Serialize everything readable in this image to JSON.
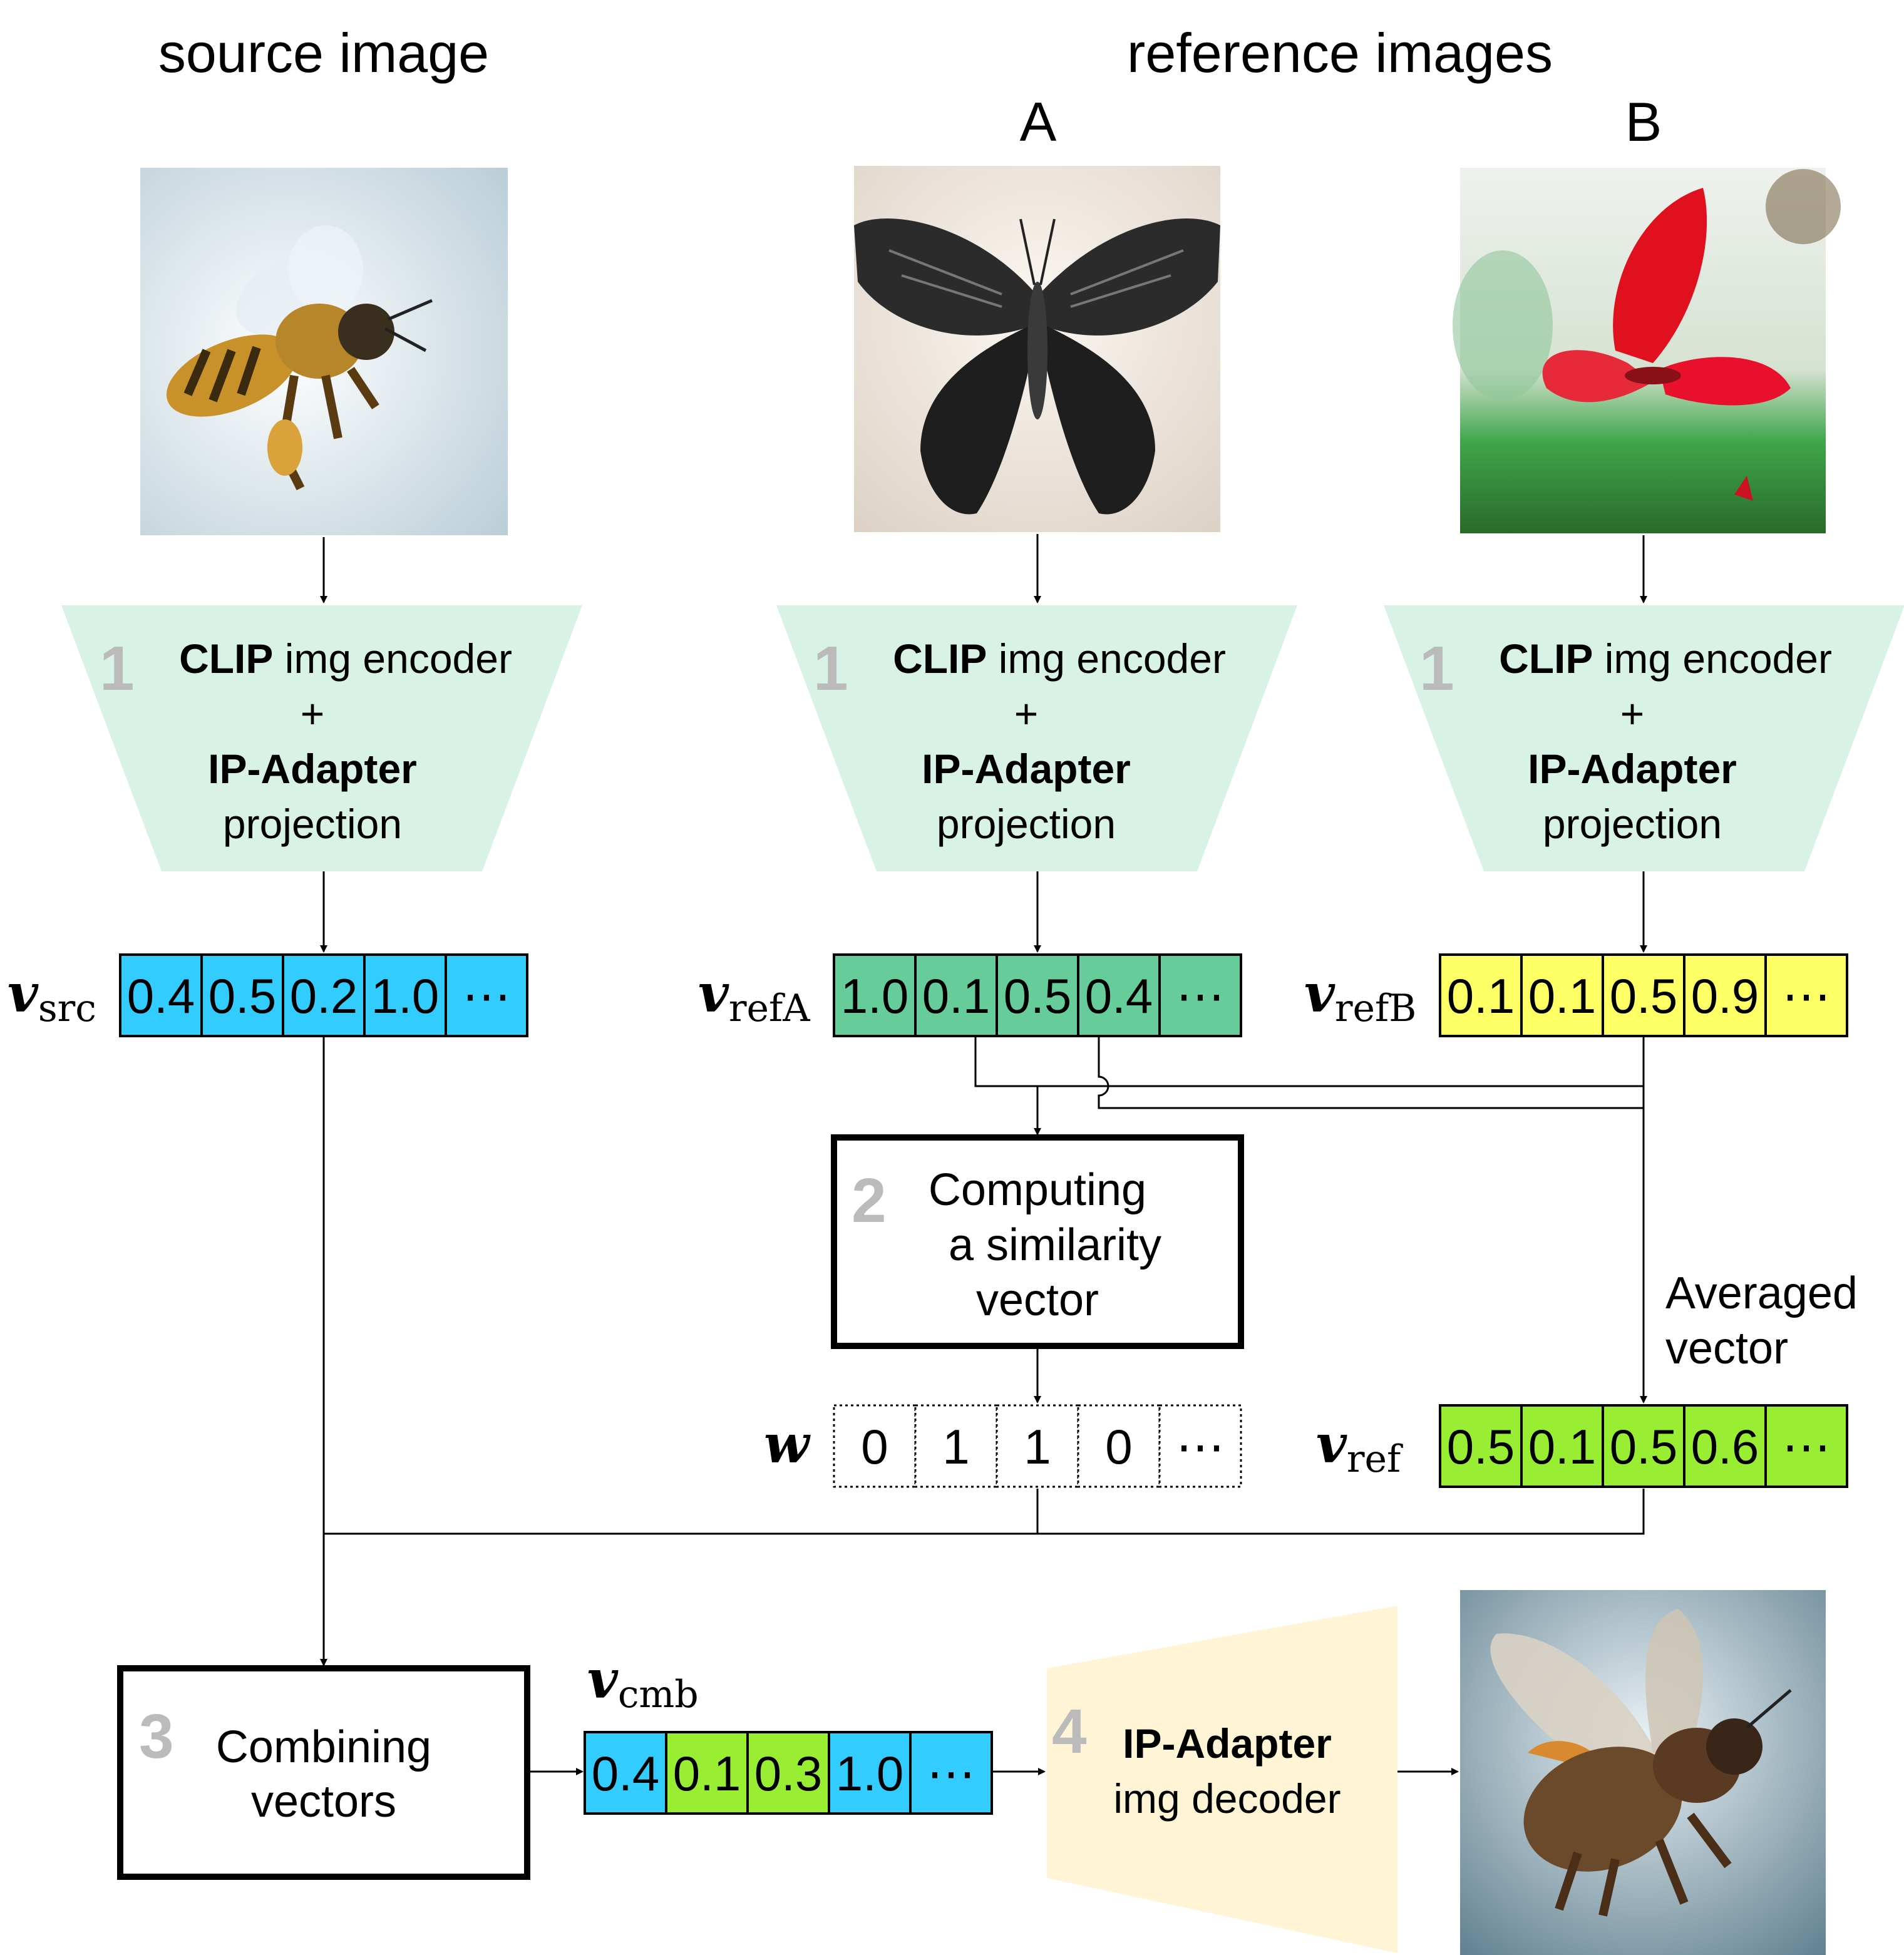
{
  "headings": {
    "source": "source image",
    "reference": "reference images",
    "ref_a": "A",
    "ref_b": "B"
  },
  "encoder": {
    "step": "1",
    "clip": "CLIP",
    "img_encoder": " img encoder",
    "plus": "+",
    "ip_adapter": "IP-Adapter",
    "projection": "projection"
  },
  "vectors": {
    "src": {
      "name": "v",
      "sub": "src",
      "cells": [
        "0.4",
        "0.5",
        "0.2",
        "1.0",
        "⋯"
      ]
    },
    "refA": {
      "name": "v",
      "sub": "refA",
      "cells": [
        "1.0",
        "0.1",
        "0.5",
        "0.4",
        "⋯"
      ]
    },
    "refB": {
      "name": "v",
      "sub": "refB",
      "cells": [
        "0.1",
        "0.1",
        "0.5",
        "0.9",
        "⋯"
      ]
    },
    "w": {
      "name": "w",
      "cells": [
        "0",
        "1",
        "1",
        "0",
        "⋯"
      ]
    },
    "ref": {
      "name": "v",
      "sub": "ref",
      "cells": [
        "0.5",
        "0.1",
        "0.5",
        "0.6",
        "⋯"
      ]
    },
    "cmb": {
      "name": "v",
      "sub": "cmb",
      "cells": [
        "0.4",
        "0.1",
        "0.3",
        "1.0",
        "⋯"
      ]
    }
  },
  "similarity_box": {
    "step": "2",
    "lines": [
      "Computing",
      "a similarity",
      "vector"
    ]
  },
  "averaged_label": [
    "Averaged",
    "vector"
  ],
  "combine_box": {
    "step": "3",
    "lines": [
      "Combining",
      "vectors"
    ]
  },
  "decoder": {
    "step": "4",
    "title": "IP-Adapter",
    "subtitle": "img decoder"
  },
  "colors": {
    "src_blue": "#33ccff",
    "refA_green": "#66cc99",
    "refB_yellow": "#ffff66",
    "ref_lime": "#99ee33",
    "encoder_fill": "#d9f2e6",
    "decoder_fill": "#fff5d6"
  }
}
